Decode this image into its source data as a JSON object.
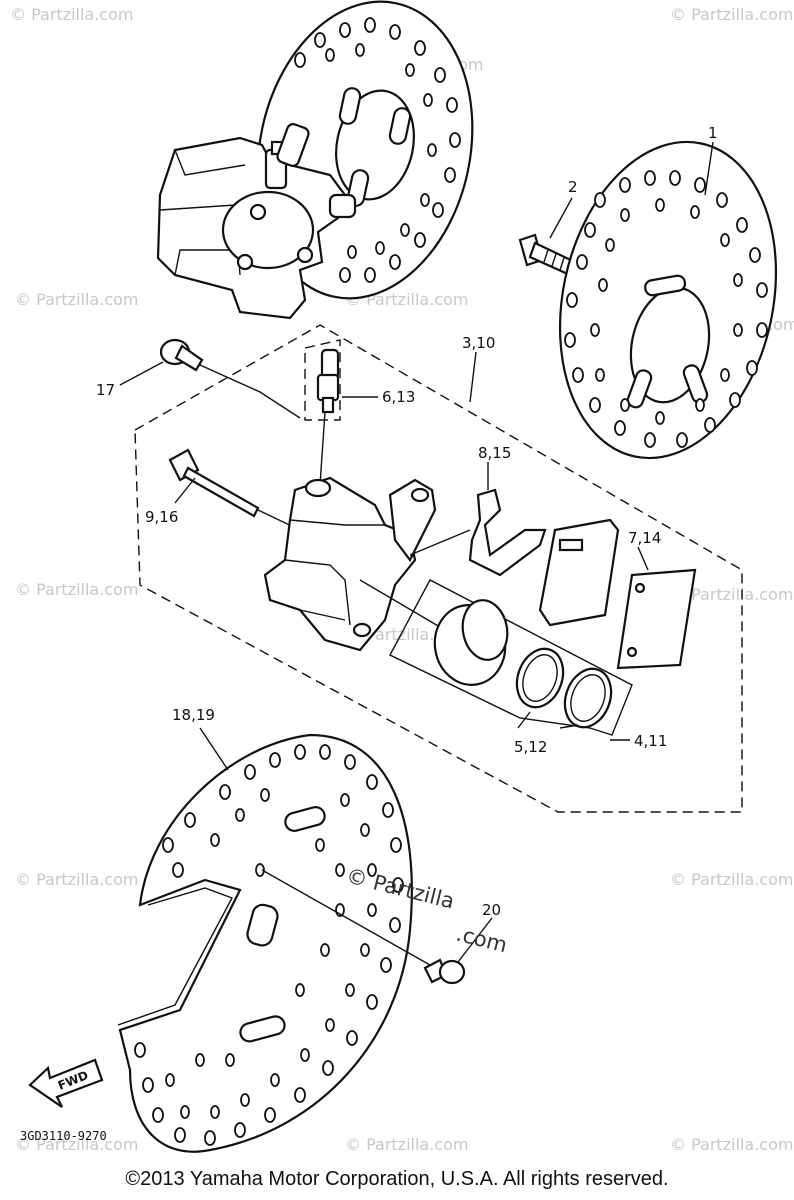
{
  "callouts": {
    "c1": "1",
    "c2": "2",
    "c3_10": "3,10",
    "c4_11": "4,11",
    "c5_12": "5,12",
    "c6_13": "6,13",
    "c7_14": "7,14",
    "c8_15": "8,15",
    "c9_16": "9,16",
    "c17": "17",
    "c18_19": "18,19",
    "c20": "20"
  },
  "fwd_label": "FWD",
  "drawing_code": "3GD3110-9270",
  "watermark": {
    "small": "© Partzilla.com",
    "center_line1": "© Partzilla",
    "center_line2": ".com"
  },
  "copyright": "©2013 Yamaha Motor Corporation, U.S.A. All rights reserved."
}
